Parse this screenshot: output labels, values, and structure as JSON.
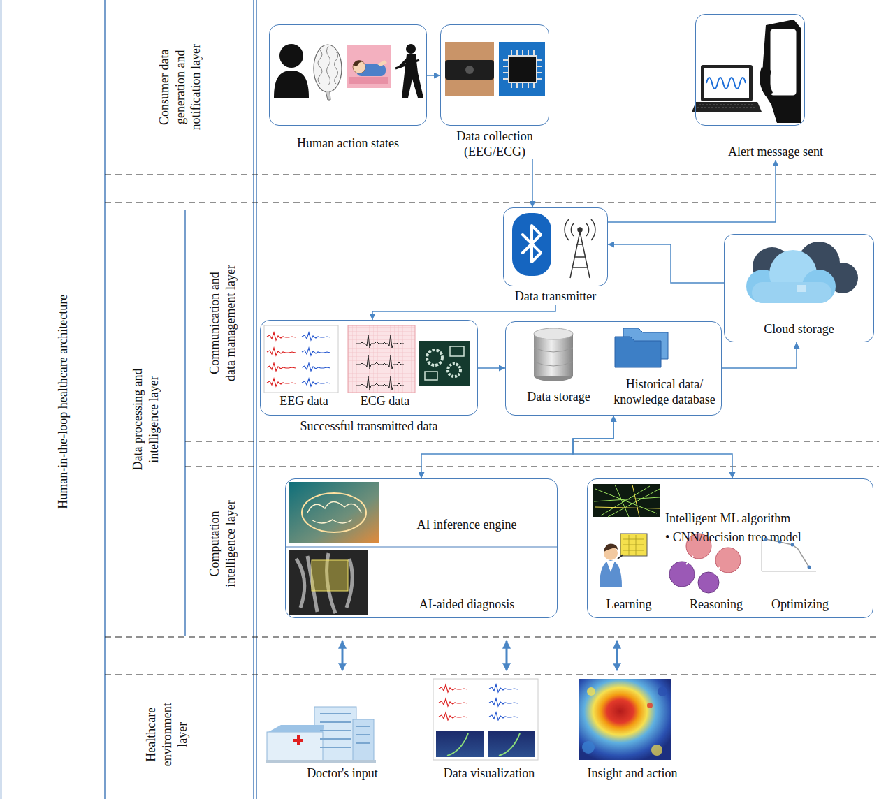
{
  "diagram": {
    "title": "Human-in-the-loop healthcare architecture",
    "nodes": [
      {
        "text": [
          "Human action states"
        ]
      },
      {
        "text": [
          "Data collection (EEG/ECG)"
        ]
      },
      {
        "text": [
          "Alert message sent"
        ]
      },
      {
        "text": [
          "Data transmitter"
        ]
      },
      {
        "text": [
          "Cloud storage"
        ]
      },
      {
        "text": [
          "EEG data",
          "ECG data",
          "Successful transmitted data"
        ]
      },
      {
        "text": [
          "Data storage",
          "Historical data/ knowledge database"
        ]
      },
      {
        "text": [
          "AI inference engine",
          "AI-aided diagnosis"
        ]
      },
      {
        "text": [
          "Intelligent ML algorithm",
          "• CNN/decision tree model",
          "Learning",
          "Reasoning",
          "Optimizing"
        ]
      }
    ],
    "edges": [
      {
        "from": 0,
        "to": 1,
        "arrow": "to"
      },
      {
        "from": 1,
        "to": 3,
        "arrow": "to"
      },
      {
        "from": 3,
        "to": 2,
        "arrow": "to"
      },
      {
        "from": 4,
        "to": 3,
        "arrow": "to"
      },
      {
        "from": 3,
        "to": 5,
        "arrow": "to"
      },
      {
        "from": 5,
        "to": 6,
        "arrow": "to"
      },
      {
        "from": 6,
        "to": 4,
        "arrow": "to"
      },
      {
        "from": 6,
        "to": 7,
        "arrow": "both"
      },
      {
        "from": 6,
        "to": 8,
        "arrow": "both"
      }
    ],
    "labels": [
      "Consumer data generation and notification layer",
      "Data processing and intelligence layer",
      "Communication and data management layer",
      "Computation intelligence layer",
      "Healthcare environment layer",
      "Doctor's input",
      "Data visualization",
      "Insight and action"
    ]
  }
}
